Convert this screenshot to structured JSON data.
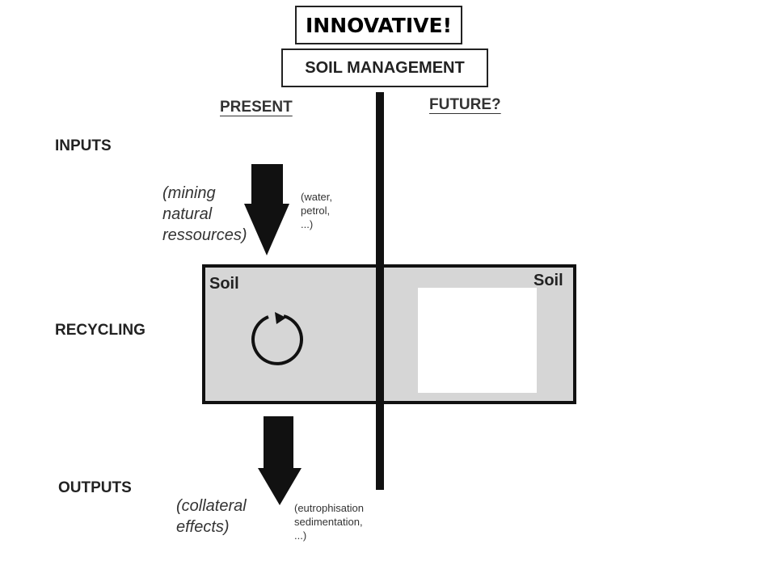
{
  "badge": "INNOVATIVE!",
  "title": "SOIL MANAGEMENT",
  "columns": {
    "present": "PRESENT",
    "future": "FUTURE?"
  },
  "rows": {
    "inputs": "INPUTS",
    "recycling": "RECYCLING",
    "outputs": "OUTPUTS"
  },
  "inputs": {
    "main_lines": [
      "(mining",
      "natural",
      "ressources)"
    ],
    "side_lines": [
      "(water,",
      "petrol,",
      "...)"
    ]
  },
  "soil": {
    "left_label": "Soil",
    "right_label": "Soil"
  },
  "outputs": {
    "main_lines": [
      "(collateral",
      "effects)"
    ],
    "side_lines": [
      "(eutrophisation",
      "sedimentation,",
      "...)"
    ]
  }
}
